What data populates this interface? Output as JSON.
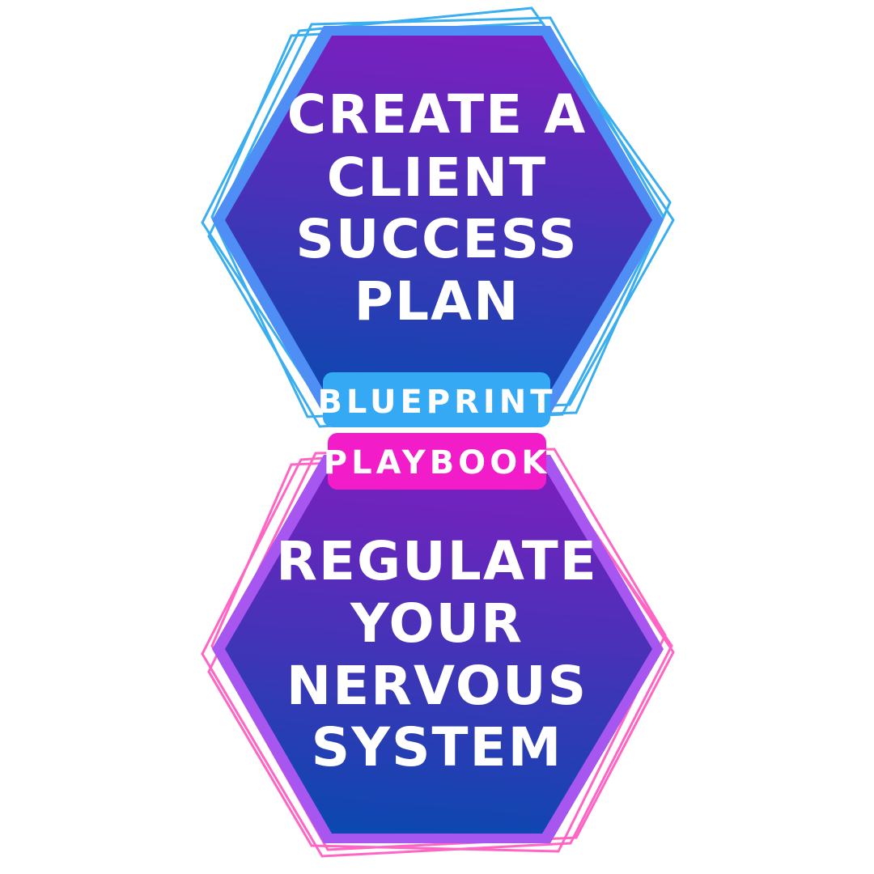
{
  "top_hexagon": {
    "lines": [
      "CREATE A",
      "CLIENT",
      "SUCCESS",
      "PLAN"
    ],
    "outline_color": "#3aaef0",
    "border_color": "#4f8ef5"
  },
  "top_pill": {
    "label": "BLUEPRINT",
    "color": "#35a9f3"
  },
  "bottom_pill": {
    "label": "PLAYBOOK",
    "color": "#f21cc9"
  },
  "bottom_hexagon": {
    "lines": [
      "REGULATE",
      "YOUR",
      "NERVOUS",
      "SYSTEM"
    ],
    "outline_color": "#ff66c4",
    "border_color": "#a856f0"
  },
  "colors": {
    "gradient_top": "#7b1fbf",
    "gradient_bottom": "#0d47b0"
  }
}
